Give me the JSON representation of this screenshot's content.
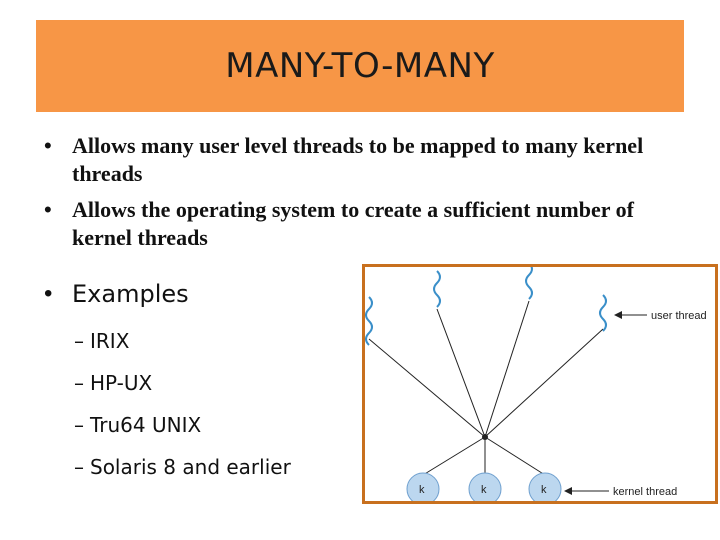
{
  "title": "MANY-TO-MANY",
  "bullets": [
    "Allows many user level threads to be mapped to many kernel threads",
    "Allows the  operating system to create a sufficient number of kernel threads"
  ],
  "examples": {
    "heading": "Examples",
    "items": [
      "IRIX",
      "HP-UX",
      "Tru64 UNIX",
      "Solaris 8 and earlier"
    ]
  },
  "diagram": {
    "user_label": "user thread",
    "kernel_label": "kernel thread",
    "kernel_nodes": [
      "k",
      "k",
      "k"
    ],
    "colors": {
      "thread": "#3a8fc9",
      "kernel_fill": "#bcd7ef",
      "frame": "#c8701e"
    }
  }
}
